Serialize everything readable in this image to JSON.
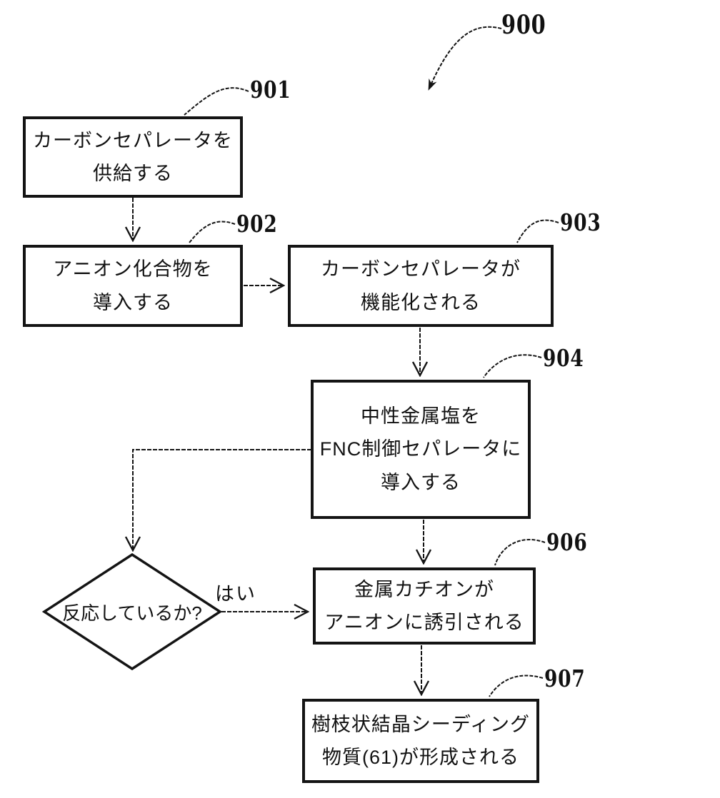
{
  "figure": {
    "diagram_ref": "900",
    "boxes": {
      "b901": {
        "ref": "901",
        "text": "カーボンセパレータを\n供給する"
      },
      "b902": {
        "ref": "902",
        "text": "アニオン化合物を\n導入する"
      },
      "b903": {
        "ref": "903",
        "text": "カーボンセパレータが\n機能化される"
      },
      "b904": {
        "ref": "904",
        "text": "中性金属塩を\nFNC制御セパレータに\n導入する"
      },
      "b906": {
        "ref": "906",
        "text": "金属カチオンが\nアニオンに誘引される"
      },
      "b907": {
        "ref": "907",
        "text": "樹枝状結晶シーディング\n物質(61)が形成される"
      }
    },
    "decision": {
      "text": "反応しているか?"
    },
    "edge_labels": {
      "yes": "はい"
    },
    "colors": {
      "ink": "#111111",
      "background": "#ffffff"
    }
  }
}
